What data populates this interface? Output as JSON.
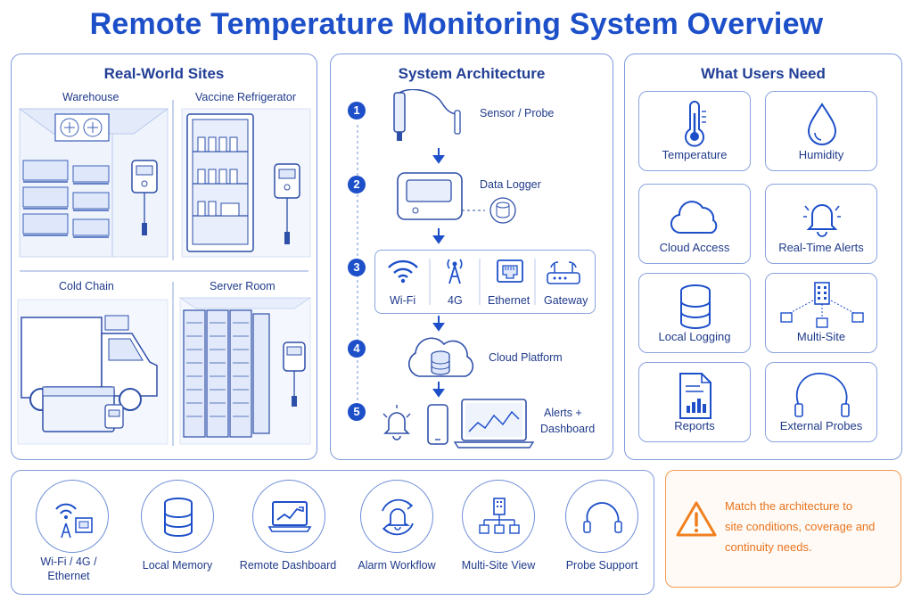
{
  "title": "Remote Temperature Monitoring System Overview",
  "sites": {
    "heading": "Real-World Sites",
    "warehouse": "Warehouse",
    "vaccine": "Vaccine Refrigerator",
    "cold_chain": "Cold Chain",
    "server_room": "Server Room"
  },
  "architecture": {
    "heading": "System Architecture",
    "steps": [
      "1",
      "2",
      "3",
      "4",
      "5"
    ],
    "sensor": "Sensor / Probe",
    "logger": "Data Logger",
    "wifi": "Wi-Fi",
    "cell4g": "4G",
    "ethernet": "Ethernet",
    "gateway": "Gateway",
    "cloud": "Cloud Platform",
    "alerts_line1": "Alerts +",
    "alerts_line2": "Dashboard"
  },
  "needs": {
    "heading": "What Users Need",
    "items": [
      "Temperature",
      "Humidity",
      "Cloud Access",
      "Real-Time Alerts",
      "Local Logging",
      "Multi-Site",
      "Reports",
      "External Probes"
    ]
  },
  "features": {
    "items": [
      {
        "line1": "Wi-Fi / 4G /",
        "line2": "Ethernet"
      },
      {
        "line1": "Local Memory",
        "line2": ""
      },
      {
        "line1": "Remote Dashboard",
        "line2": ""
      },
      {
        "line1": "Alarm Workflow",
        "line2": ""
      },
      {
        "line1": "Multi-Site View",
        "line2": ""
      },
      {
        "line1": "Probe Support",
        "line2": ""
      }
    ]
  },
  "note": {
    "line1": "Match the architecture to",
    "line2": "site conditions, coverage and",
    "line3": "continuity needs."
  },
  "colors": {
    "primary": "#1d4fc9",
    "outline": "#7f9bdc",
    "warning": "#f0801f"
  }
}
